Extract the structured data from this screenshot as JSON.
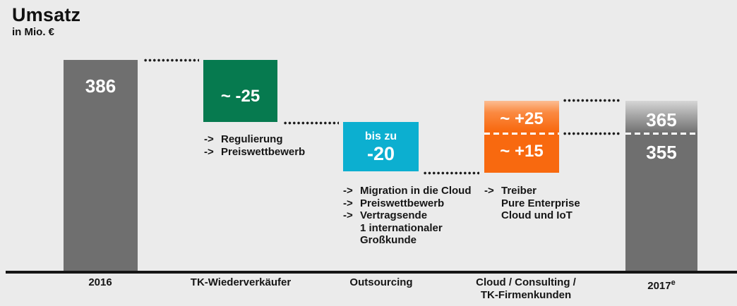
{
  "header": {
    "title": "Umsatz",
    "subtitle": "in Mio. €"
  },
  "colors": {
    "background": "#ebebeb",
    "bar_gray": "#6f6f6f",
    "bar_green": "#067a4f",
    "bar_cyan": "#0cafd0",
    "bar_orange": "#f8690f",
    "axis_black": "#161616",
    "label_white": "#ffffff"
  },
  "chart_data": {
    "type": "bar",
    "subtype": "waterfall",
    "title": "Umsatz",
    "ylabel": "in Mio. €",
    "categories": [
      "2016",
      "TK-Wiederverkäufer",
      "Outsourcing",
      "Cloud/Consulting/TK-Firmenkunden",
      "2017e"
    ],
    "columns": [
      {
        "category": "2016",
        "role": "total",
        "value": 386,
        "label": "386",
        "color": "#6f6f6f"
      },
      {
        "category": "TK-Wiederverkäufer",
        "role": "decrease",
        "value": -25,
        "label": "~ -25",
        "color": "#067a4f",
        "notes": [
          "Regulierung",
          "Preiswettbewerb"
        ]
      },
      {
        "category": "Outsourcing",
        "role": "decrease",
        "value": -20,
        "label_prefix": "bis zu",
        "label": "-20",
        "color": "#0cafd0",
        "notes": [
          "Migration in die Cloud",
          "Preiswettbewerb",
          "Vertragsende 1 internationaler Großkunde"
        ]
      },
      {
        "category": "Cloud/Consulting/TK-Firmenkunden",
        "role": "increase",
        "segments": [
          {
            "value": 25,
            "label": "~ +25"
          },
          {
            "value": 15,
            "label": "~ +15"
          }
        ],
        "color": "#f8690f",
        "notes": [
          "Treiber Pure Enterprise Cloud und IoT"
        ]
      },
      {
        "category": "2017e",
        "role": "total",
        "segments": [
          {
            "value": 365,
            "label": "365"
          },
          {
            "value": 355,
            "label": "355"
          }
        ],
        "color": "#6f6f6f"
      }
    ]
  },
  "axis_labels": {
    "c1": "2016",
    "c2": "TK-Wiederverkäufer",
    "c3": "Outsourcing",
    "c4a": "Cloud / Consulting /",
    "c4b": "TK-Firmenkunden",
    "c5": "2017",
    "c5_sup": "e"
  },
  "annotations": {
    "tk": {
      "lines": [
        {
          "arrow": "->",
          "text": "Regulierung"
        },
        {
          "arrow": "->",
          "text": "Preiswettbewerb"
        }
      ]
    },
    "outsourcing": {
      "lines": [
        {
          "arrow": "->",
          "text": "Migration in die Cloud"
        },
        {
          "arrow": "->",
          "text": "Preiswettbewerb"
        },
        {
          "arrow": "->",
          "text": "Vertragsende"
        },
        {
          "arrow": "",
          "text": "1 internationaler"
        },
        {
          "arrow": "",
          "text": "Großkunde"
        }
      ]
    },
    "cloud": {
      "lines": [
        {
          "arrow": "->",
          "text": "Treiber"
        },
        {
          "arrow": "",
          "text": "Pure Enterprise"
        },
        {
          "arrow": "",
          "text": "Cloud und IoT"
        }
      ]
    }
  }
}
